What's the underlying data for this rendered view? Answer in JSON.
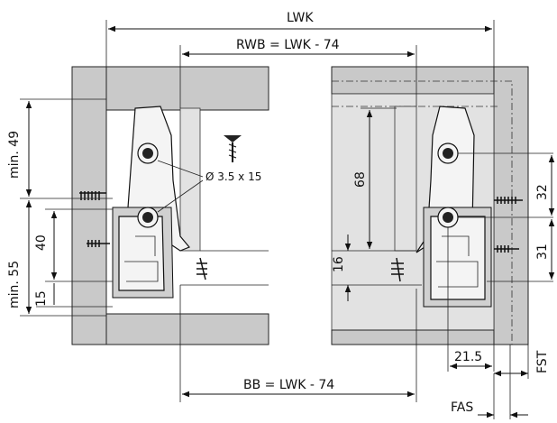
{
  "labels": {
    "lwk": "LWK",
    "rwb": "RWB = LWK - 74",
    "bb": "BB = LWK - 74",
    "screw": "Ø 3.5 x 15",
    "min49": "min. 49",
    "min55": "min. 55",
    "d40": "40",
    "d15": "15",
    "d68": "68",
    "d16": "16",
    "d32": "32",
    "d31": "31",
    "d215": "21.5",
    "fst": "FST",
    "fas": "FAS"
  },
  "colors": {
    "cabinet": "#c9c9c9",
    "inner_panel": "#e2e2e2",
    "line": "#111111"
  }
}
